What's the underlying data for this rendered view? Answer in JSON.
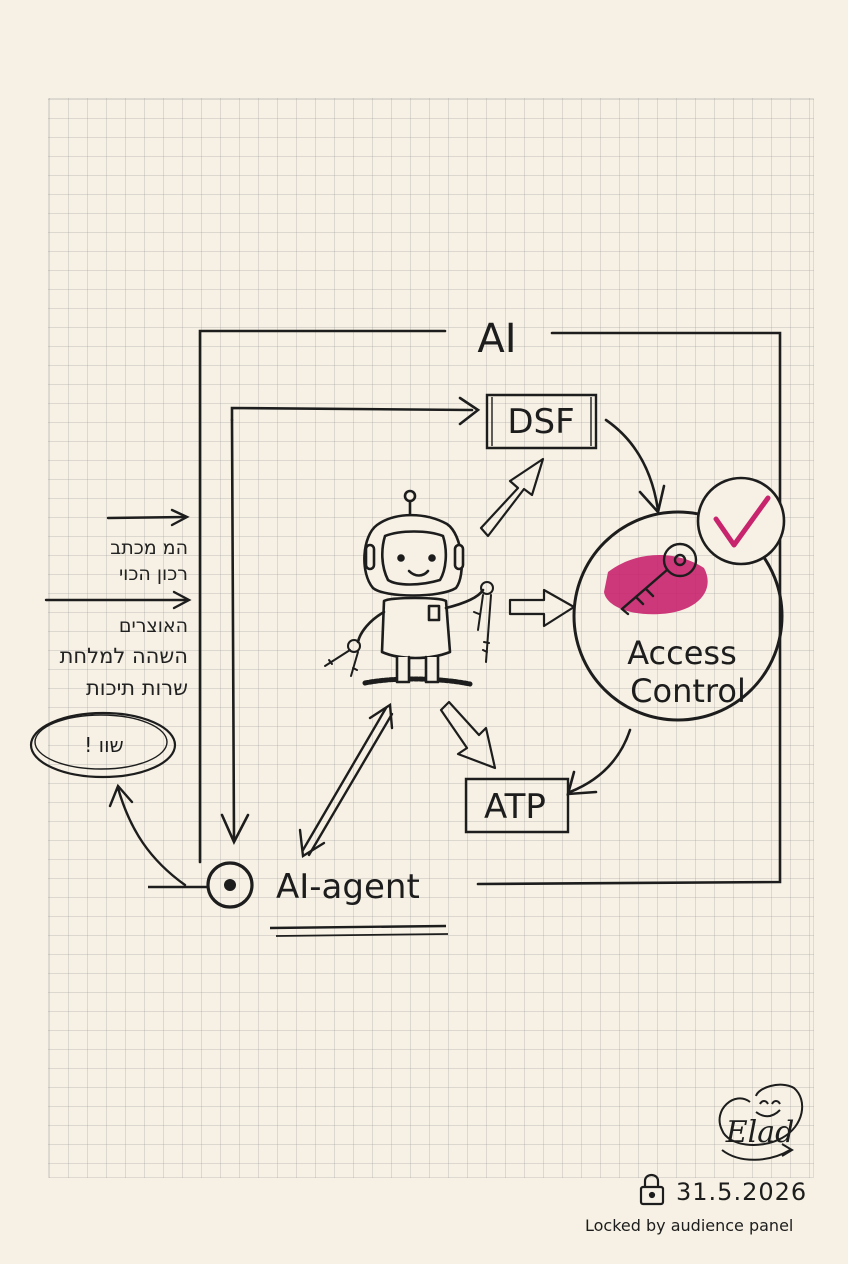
{
  "diagram": {
    "frame_title": "AI",
    "dsf_label": "DSF",
    "atp_label": "ATP",
    "access_control_line1": "Access",
    "access_control_line2": "Control",
    "agent_label": "AI-agent"
  },
  "notes": {
    "lines": [
      "המ מכתב",
      "רכון הכוי",
      "האוצרים",
      "השהה למלחת",
      "שרות תיכות"
    ],
    "oval_text": "שוו !"
  },
  "signature": "Elad",
  "footer": {
    "date": "31.5.2026",
    "caption": "Locked by audience panel",
    "icon": "lock-icon"
  },
  "colors": {
    "ink": "#1d1d1d",
    "accent_magenta": "#c8246e",
    "paper": "#f6f1e4"
  }
}
